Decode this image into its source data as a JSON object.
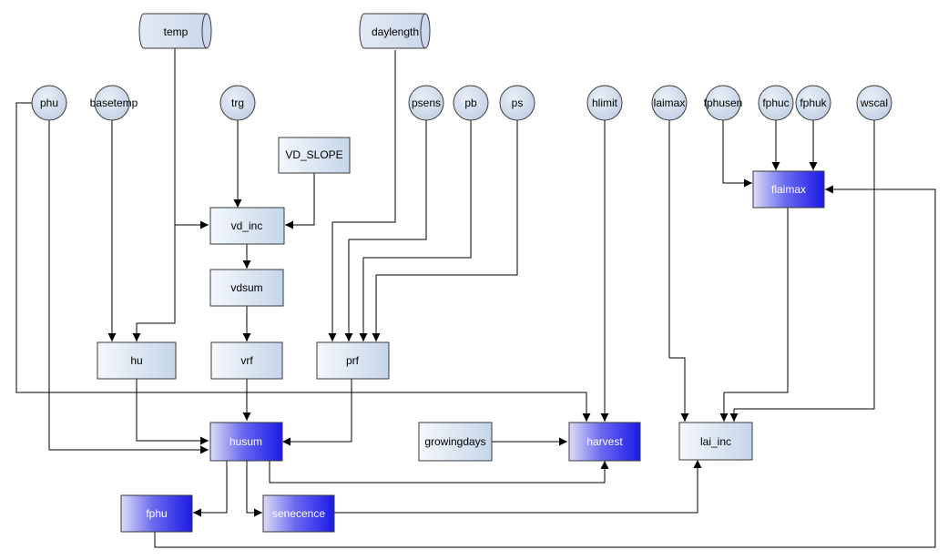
{
  "diagram": {
    "sources": {
      "temp": "temp",
      "daylength": "daylength"
    },
    "params": {
      "phu": "phu",
      "basetemp": "basetemp",
      "trg": "trg",
      "psens": "psens",
      "pb": "pb",
      "ps": "ps",
      "hlimit": "hlimit",
      "laimax": "laimax",
      "fphusen": "fphusen",
      "fphuc": "fphuc",
      "fphuk": "fphuk",
      "wscal": "wscal"
    },
    "boxes": {
      "vd_slope": "VD_SLOPE",
      "vd_inc": "vd_inc",
      "vdsum": "vdsum",
      "hu": "hu",
      "vrf": "vrf",
      "prf": "prf",
      "husum": "husum",
      "growingdays": "growingdays",
      "harvest": "harvest",
      "flaimax": "flaimax",
      "lai_inc": "lai_inc",
      "fphu": "fphu",
      "senecence": "senecence"
    }
  }
}
